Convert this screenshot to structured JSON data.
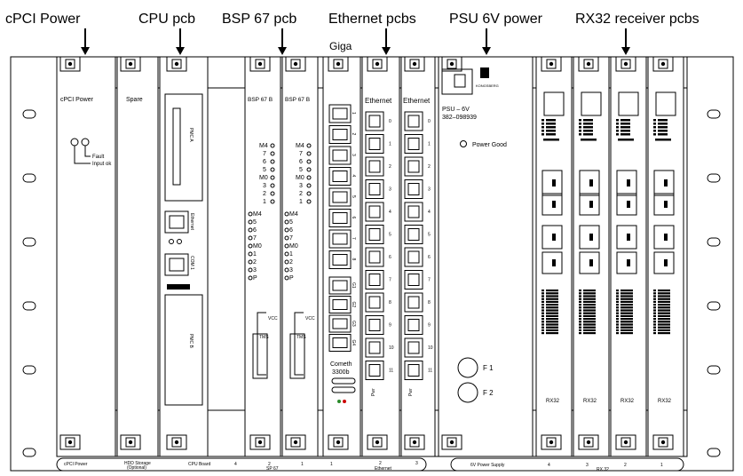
{
  "top_labels": [
    "cPCI Power",
    "CPU pcb",
    "BSP 67 pcb",
    "Ethernet pcbs",
    "PSU 6V power",
    "RX32 receiver pcbs"
  ],
  "giga_label": "Giga",
  "cards": {
    "cpci_power": {
      "title": "cPCI Power",
      "fault": "Fault",
      "input_ok": "Input ok"
    },
    "spare": {
      "title": "Spare"
    },
    "cpu": {
      "pmc_a": "PMC A",
      "ethernet": "Ethernet",
      "com": "COM 1",
      "pmc_b": "PMC B"
    },
    "bsp": {
      "title": "BSP 67 B",
      "upper": [
        "M4",
        "7",
        "6",
        "5",
        "M0",
        "3",
        "2",
        "1"
      ],
      "lower": [
        "M4",
        "5",
        "6",
        "7",
        "M0",
        "1",
        "2",
        "3",
        "P"
      ],
      "vcc": "VCC",
      "tms": "TMS"
    },
    "giga": {
      "ports_top": [
        "1",
        "2",
        "3",
        "4",
        "5",
        "6",
        "7",
        "8"
      ],
      "ports_bottom": [
        "G1",
        "G2",
        "G3",
        "G4"
      ],
      "brand": "Cometh",
      "model": "3300b"
    },
    "ethernet": {
      "title": "Ethernet",
      "ports": [
        "0",
        "1",
        "2",
        "3",
        "4",
        "5",
        "6",
        "7",
        "8",
        "9",
        "10",
        "11"
      ],
      "pwr": "Pwr"
    },
    "psu": {
      "line1": "PSU – 6V",
      "line2": "382–098939",
      "power_good": "Power Good",
      "brand": "KONGSBERG",
      "f1": "F 1",
      "f2": "F 2"
    },
    "rx32": {
      "title": "RX32"
    }
  },
  "bottom_bar": {
    "cpci_power": "cPCI Power",
    "hdd": "HDD Storage",
    "hdd_sub": "(Optional)",
    "cpu_board": "CPU Board",
    "slot_nums": [
      "4",
      "2",
      "1",
      "1",
      "2",
      "3"
    ],
    "sp67": "SP 67",
    "ethernet": "Ethernet",
    "psu": "6V Power Supply",
    "rx_nums": [
      "4",
      "3",
      "2",
      "1"
    ],
    "rx32": "RX 32"
  }
}
